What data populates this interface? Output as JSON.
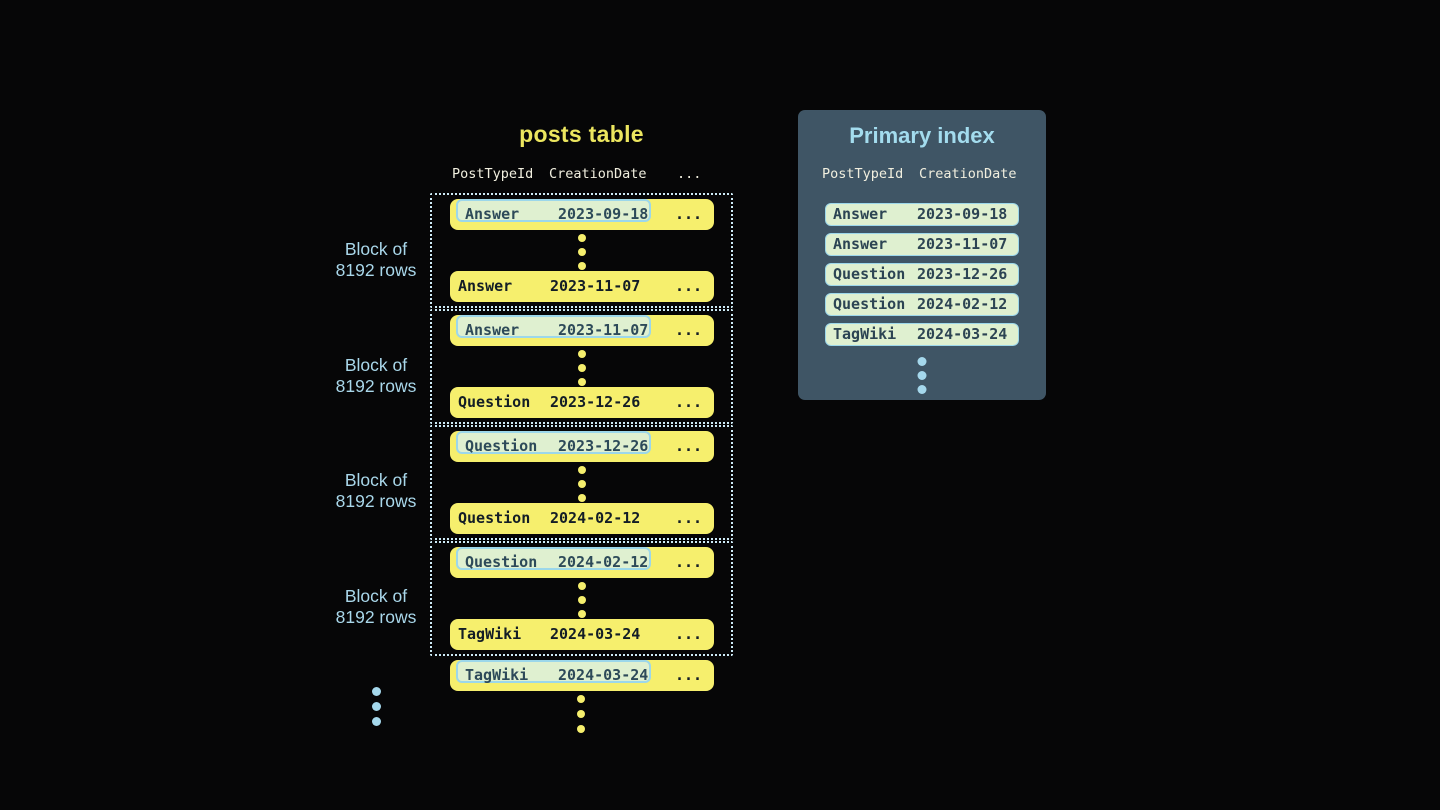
{
  "posts_table": {
    "title": "posts table",
    "headers": {
      "post_type": "PostTypeId",
      "creation_date": "CreationDate",
      "more": "..."
    },
    "blocks": [
      {
        "label": {
          "line1": "Block of",
          "line2": "8192 rows"
        },
        "first_row": {
          "type": "Answer",
          "date": "2023-09-18",
          "more": "..."
        },
        "last_row": {
          "type": "Answer",
          "date": "2023-11-07",
          "more": "..."
        }
      },
      {
        "label": {
          "line1": "Block of",
          "line2": "8192 rows"
        },
        "first_row": {
          "type": "Answer",
          "date": "2023-11-07",
          "more": "..."
        },
        "last_row": {
          "type": "Question",
          "date": "2023-12-26",
          "more": "..."
        }
      },
      {
        "label": {
          "line1": "Block of",
          "line2": "8192 rows"
        },
        "first_row": {
          "type": "Question",
          "date": "2023-12-26",
          "more": "..."
        },
        "last_row": {
          "type": "Question",
          "date": "2024-02-12",
          "more": "..."
        }
      },
      {
        "label": {
          "line1": "Block of",
          "line2": "8192 rows"
        },
        "first_row": {
          "type": "Question",
          "date": "2024-02-12",
          "more": "..."
        },
        "last_row": {
          "type": "TagWiki",
          "date": "2024-03-24",
          "more": "..."
        }
      }
    ],
    "overflow_row": {
      "type": "TagWiki",
      "date": "2024-03-24",
      "more": "..."
    }
  },
  "primary_index": {
    "title": "Primary index",
    "headers": {
      "post_type": "PostTypeId",
      "creation_date": "CreationDate"
    },
    "rows": [
      {
        "type": "Answer",
        "date": "2023-09-18"
      },
      {
        "type": "Answer",
        "date": "2023-11-07"
      },
      {
        "type": "Question",
        "date": "2023-12-26"
      },
      {
        "type": "Question",
        "date": "2024-02-12"
      },
      {
        "type": "TagWiki",
        "date": "2024-03-24"
      }
    ]
  },
  "icons": {
    "vertical_ellipsis_yellow": "three stacked yellow dots (more rows)",
    "vertical_ellipsis_blue": "three stacked blue dots (more blocks / more index entries)"
  },
  "colors": {
    "background": "#060607",
    "row_yellow": "#f6ef6d",
    "title_yellow": "#ece65f",
    "highlight_green": "#dff0d0",
    "highlight_border_blue": "#9cd7ea",
    "label_blue": "#a9d7ea",
    "panel_slate": "#3f5565",
    "panel_title_blue": "#a3dcee",
    "header_ivory": "#f1efdf",
    "row_text_dark": "#131d26",
    "highlight_text_slate": "#2d4a59",
    "dotted_border": "#cdeaf6"
  }
}
